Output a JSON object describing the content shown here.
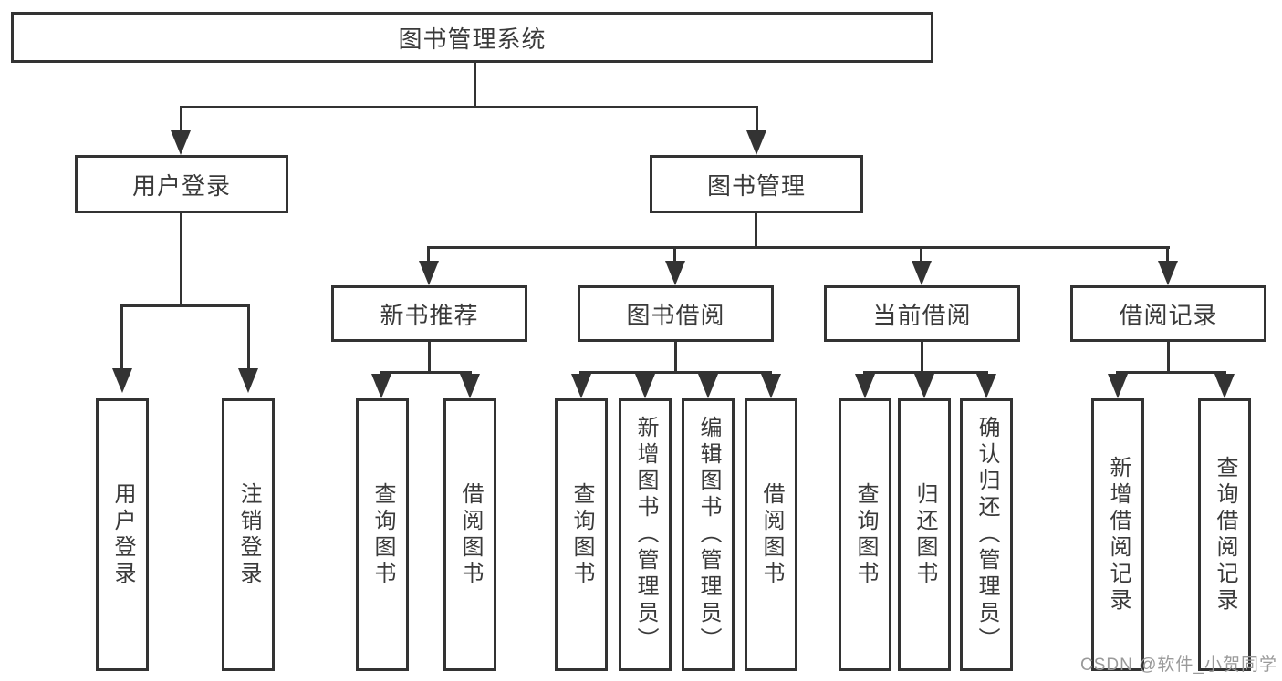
{
  "diagram": {
    "root_label": "图书管理系统",
    "user_login": {
      "label": "用户登录",
      "children": [
        "用户登录",
        "注销登录"
      ]
    },
    "book_mgmt": {
      "label": "图书管理",
      "sections": [
        {
          "label": "新书推荐",
          "children": [
            "查询图书",
            "借阅图书"
          ]
        },
        {
          "label": "图书借阅",
          "children": [
            "查询图书",
            "新增图书（管理员）",
            "编辑图书（管理员）",
            "借阅图书"
          ]
        },
        {
          "label": "当前借阅",
          "children": [
            "查询图书",
            "归还图书",
            "确认归还（管理员）"
          ]
        },
        {
          "label": "借阅记录",
          "children": [
            "新增借阅记录",
            "查询借阅记录"
          ]
        }
      ]
    },
    "colors": {
      "line": "#333333",
      "text": "#3a3a3a",
      "background": "#ffffff",
      "watermark": "#9a9a9a"
    }
  },
  "watermark": {
    "text": "CSDN @软件_小贺同学"
  }
}
